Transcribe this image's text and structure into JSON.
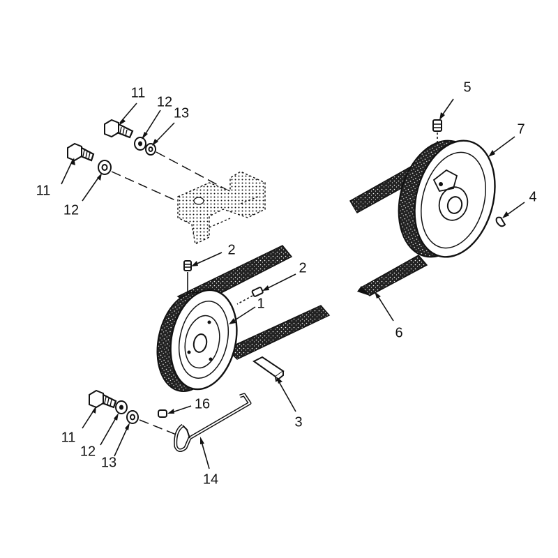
{
  "callouts": {
    "c1": "1",
    "c2a": "2",
    "c2b": "2",
    "c3": "3",
    "c4": "4",
    "c5": "5",
    "c6": "6",
    "c7": "7",
    "c11a": "11",
    "c11b": "11",
    "c11c": "11",
    "c12a": "12",
    "c12b": "12",
    "c12c": "12",
    "c13a": "13",
    "c13b": "13",
    "c14": "14",
    "c16": "16"
  },
  "colors": {
    "ink": "#111111",
    "paper": "#ffffff"
  }
}
